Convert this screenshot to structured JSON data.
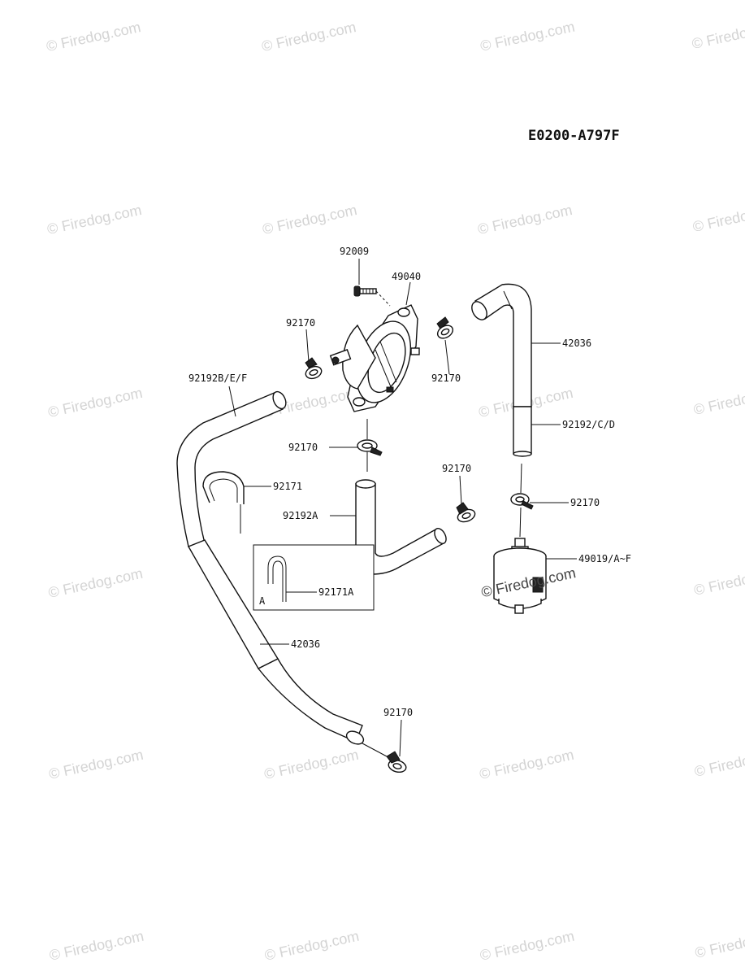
{
  "diagram_code": "E0200-A797F",
  "watermark_text": "© Firedog.com",
  "inset_label": "A",
  "labels": {
    "p92009": "92009",
    "p49040": "49040",
    "p92170_a": "92170",
    "p92170_b": "92170",
    "p42036_top": "42036",
    "p92192BEF": "92192B/E/F",
    "p92192CD": "92192/C/D",
    "p92170_c": "92170",
    "p92170_d": "92170",
    "p92171": "92171",
    "p92170_e": "92170",
    "p92192A": "92192A",
    "p49019": "49019/A~F",
    "p92171A": "92171A",
    "p42036_bottom": "42036",
    "p92170_f": "92170"
  }
}
